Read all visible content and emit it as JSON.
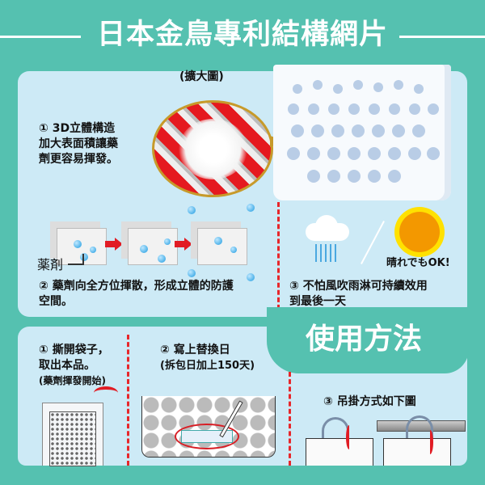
{
  "header": {
    "title": "日本金鳥專利結構網片"
  },
  "feature1": {
    "zoom_label": "(擴大圖)",
    "text_lines": [
      "① 3D立體構造",
      "加大表面積讓藥",
      "劑更容易揮發。"
    ]
  },
  "feature2": {
    "agent_label": "薬剤",
    "text_lines": [
      "② 藥劑向全方位揮散，形成立體的防護",
      "空間。"
    ]
  },
  "feature3": {
    "weather_label": "晴れでもOK!",
    "text_lines": [
      "③ 不怕風吹雨淋可持續效用",
      "到最後一天"
    ]
  },
  "usage": {
    "title": "使用方法",
    "step1": {
      "lines": [
        "① 撕開袋子，",
        "取出本品。",
        "(藥劑揮發開始)"
      ]
    },
    "step2": {
      "lines": [
        "② 寫上替換日",
        "(拆包日加上150天)"
      ]
    },
    "step3": {
      "lines": [
        "③ 吊掛方式如下圖"
      ]
    }
  },
  "colors": {
    "background": "#55c1b0",
    "panel": "#cdeaf6",
    "accent_red": "#e8262a",
    "drop_blue": "#1e9be0"
  }
}
